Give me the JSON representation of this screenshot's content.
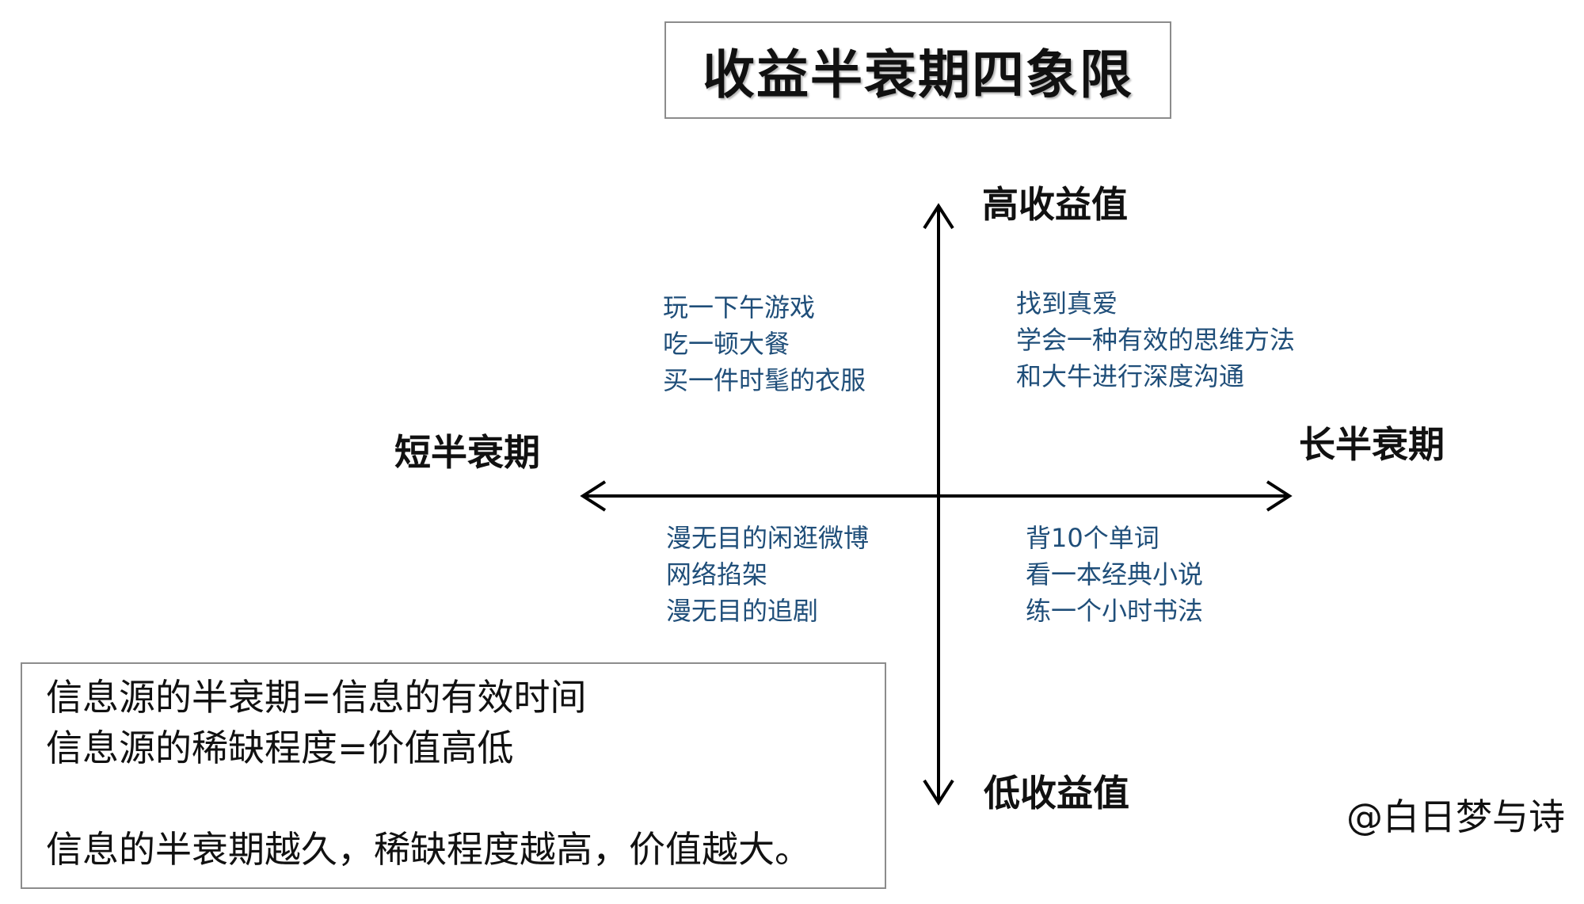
{
  "title": "收益半衰期四象限",
  "axes": {
    "top": "高收益值",
    "bottom": "低收益值",
    "left": "短半衰期",
    "right": "长半衰期"
  },
  "quadrants": {
    "top_left": [
      "玩一下午游戏",
      "吃一顿大餐",
      "买一件时髦的衣服"
    ],
    "top_right": [
      "找到真爱",
      "学会一种有效的思维方法",
      "和大牛进行深度沟通"
    ],
    "bottom_left": [
      "漫无目的闲逛微博",
      "网络掐架",
      "漫无目的追剧"
    ],
    "bottom_right": [
      "背10个单词",
      "看一本经典小说",
      "练一个小时书法"
    ]
  },
  "notes": {
    "line1": "信息源的半衰期=信息的有效时间",
    "line2": "信息源的稀缺程度=价值高低",
    "line3": "信息的半衰期越久，稀缺程度越高，价值越大。"
  },
  "watermark": "@白日梦与诗",
  "colors": {
    "quadrant_text": "#1f4e79",
    "axis": "#000000",
    "box_border": "#8c8c8c"
  }
}
